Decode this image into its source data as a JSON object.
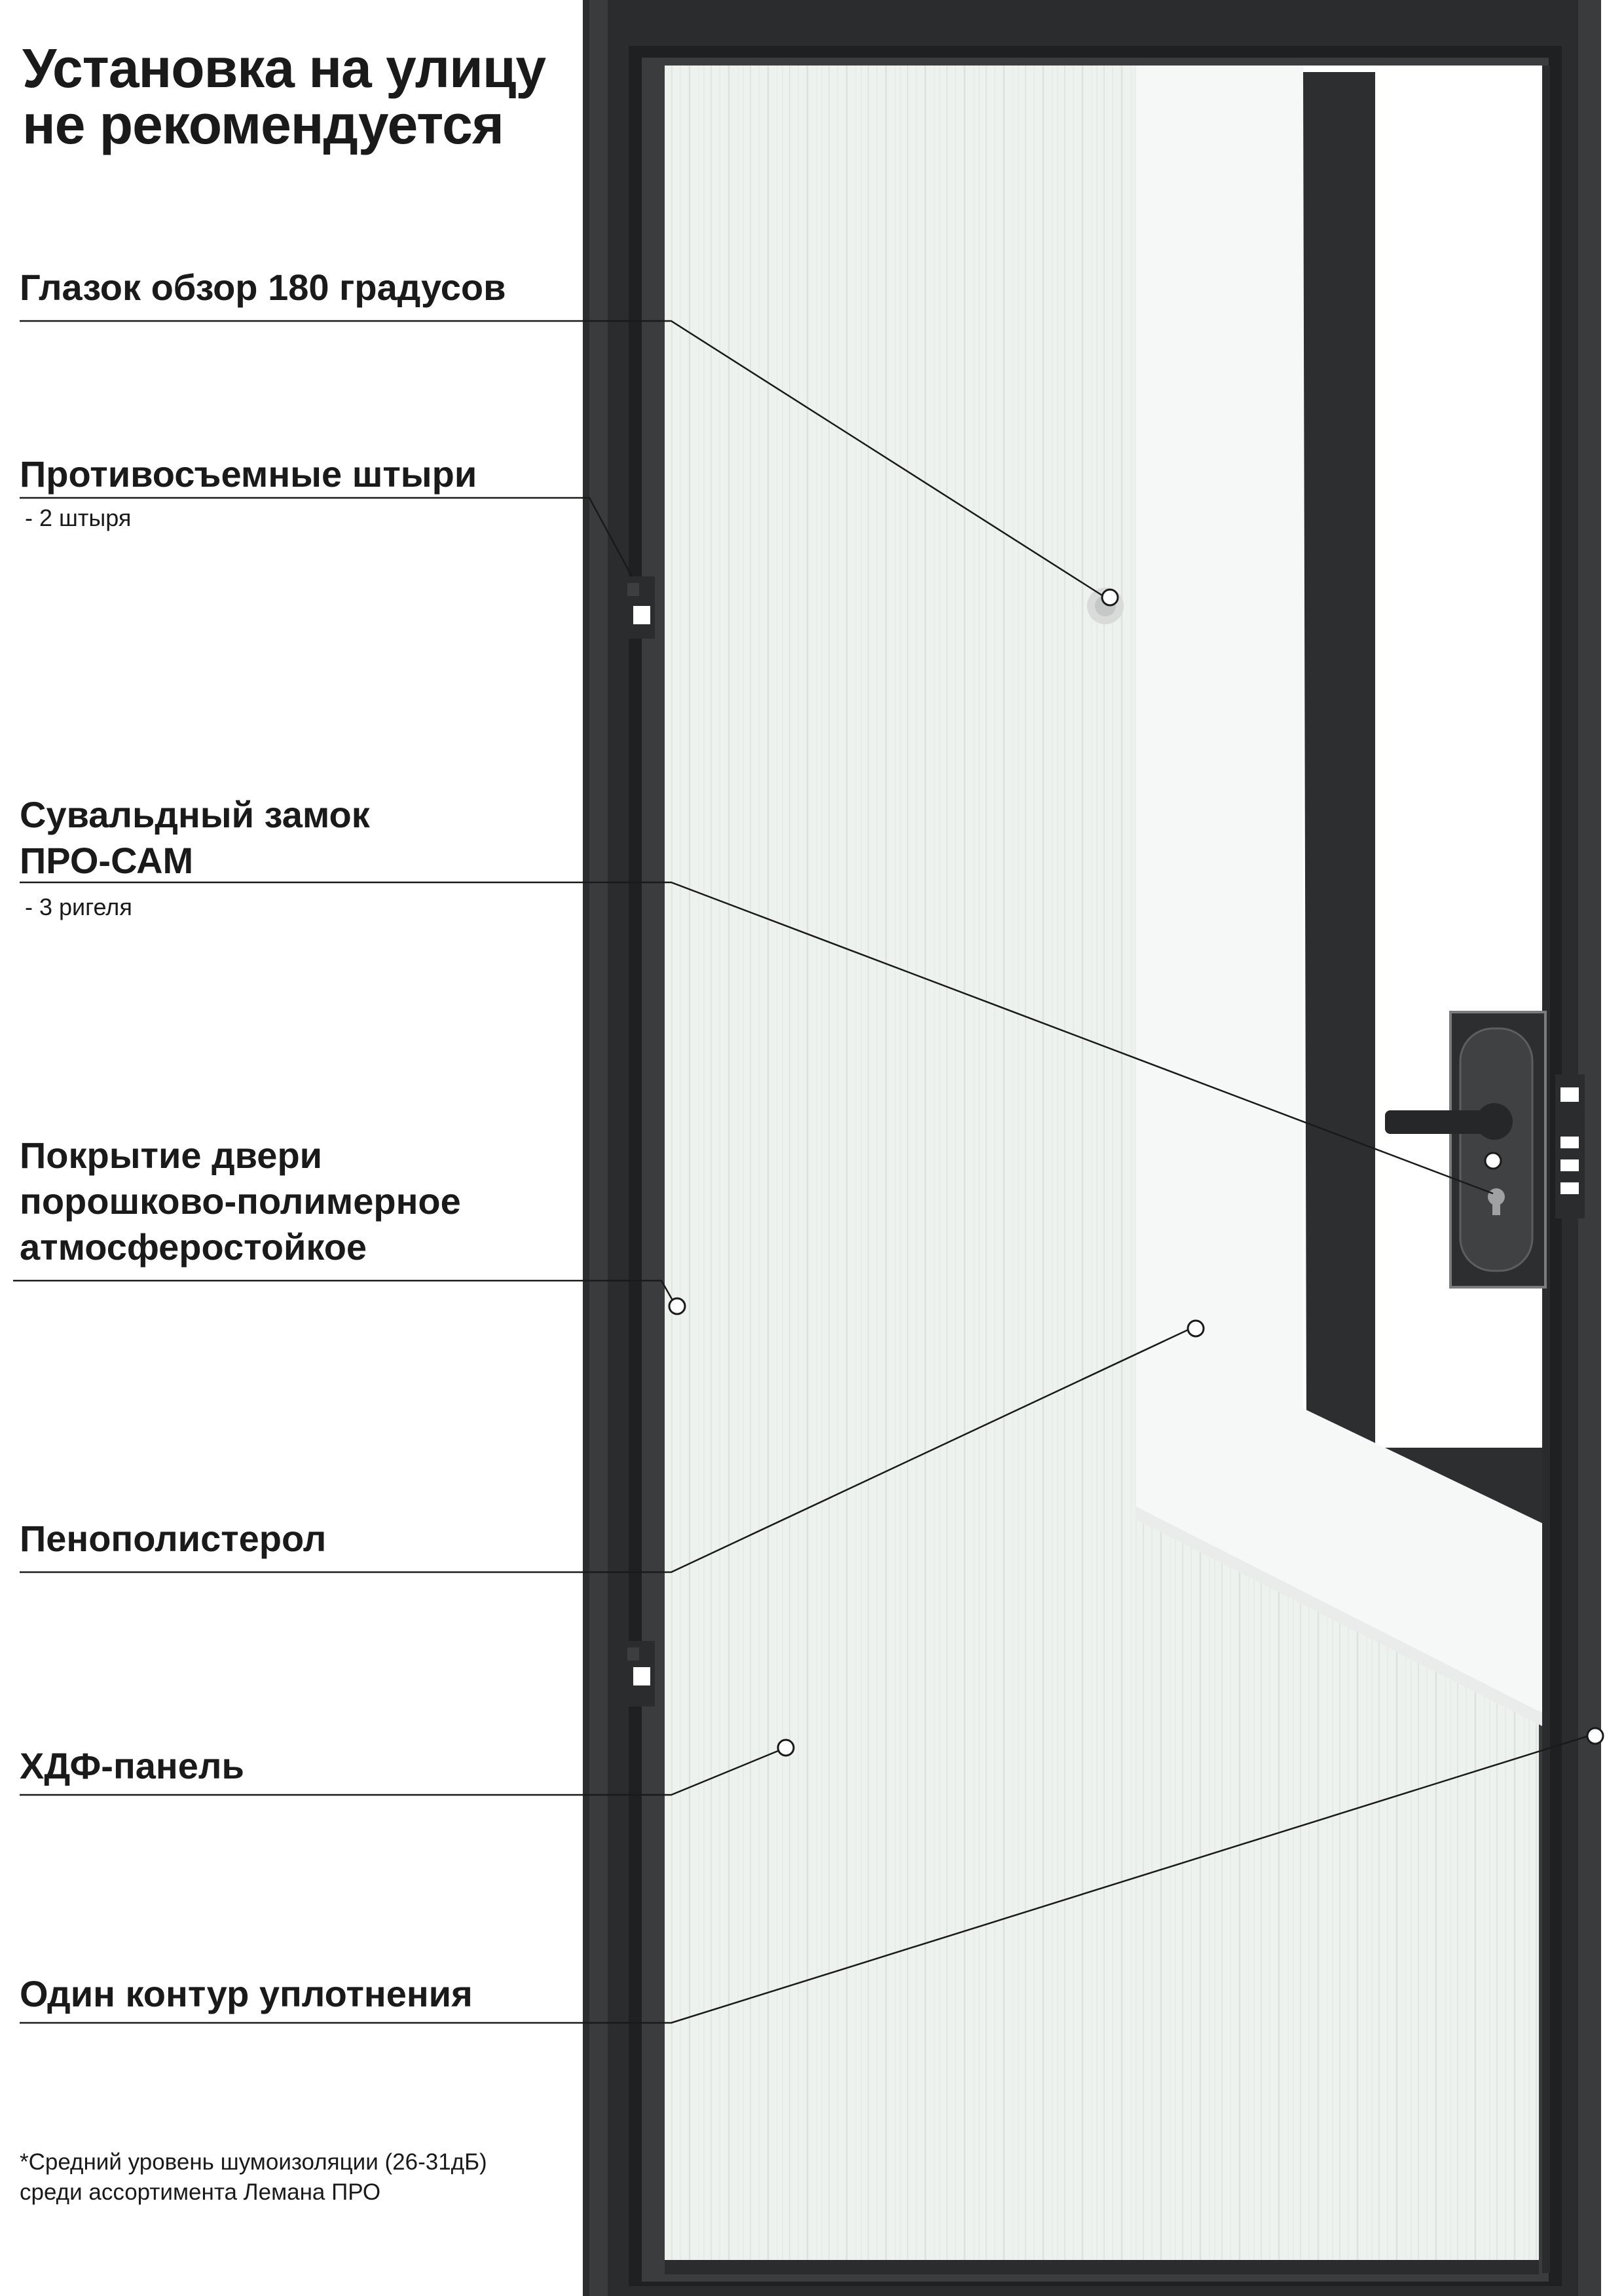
{
  "header": {
    "title_line1": "Установка на улицу",
    "title_line2": "не рекомендуется"
  },
  "callouts": [
    {
      "label": "Глазок обзор 180 градусов",
      "note": ""
    },
    {
      "label": "Противосъемные штыри",
      "note": "- 2 штыря"
    },
    {
      "label_line1": "Сувальдный замок",
      "label_line2": "ПРО-САМ",
      "note": "- 3 ригеля"
    },
    {
      "label_line1": "Покрытие двери",
      "label_line2": "порошково-полимерное",
      "label_line3": "атмосферостойкое"
    },
    {
      "label": "Пенополистерол"
    },
    {
      "label": "ХДФ-панель"
    },
    {
      "label": "Один контур уплотнения"
    }
  ],
  "footnote": {
    "line1": "*Средний уровень шумоизоляции (26-31дБ)",
    "line2": "среди ассортимента Лемана ПРО"
  },
  "colors": {
    "frame": "#2b2c2d",
    "panel": "#eef2ef",
    "insulation": "#f6f7f7",
    "leader": "#1a1a1a"
  },
  "icons": [
    "peephole-icon",
    "anti-removal-pin-icon",
    "lever-handle-icon",
    "lock-cylinder-icon"
  ]
}
